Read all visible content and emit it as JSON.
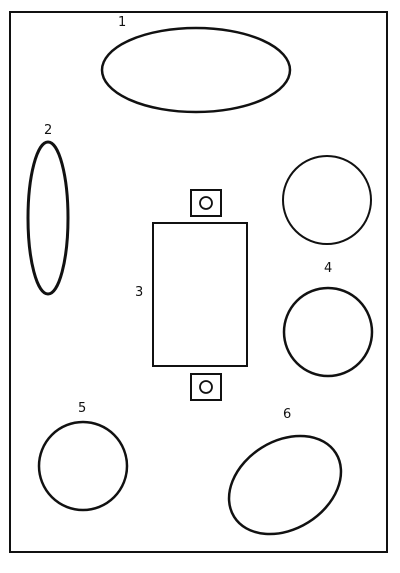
{
  "diagram": {
    "labels": {
      "shape_1": "1",
      "shape_2": "2",
      "shape_3": "3",
      "shape_4": "4",
      "shape_5": "5",
      "shape_6": "6"
    },
    "colors": {
      "ink": "#111111",
      "background": "#ffffff"
    }
  }
}
